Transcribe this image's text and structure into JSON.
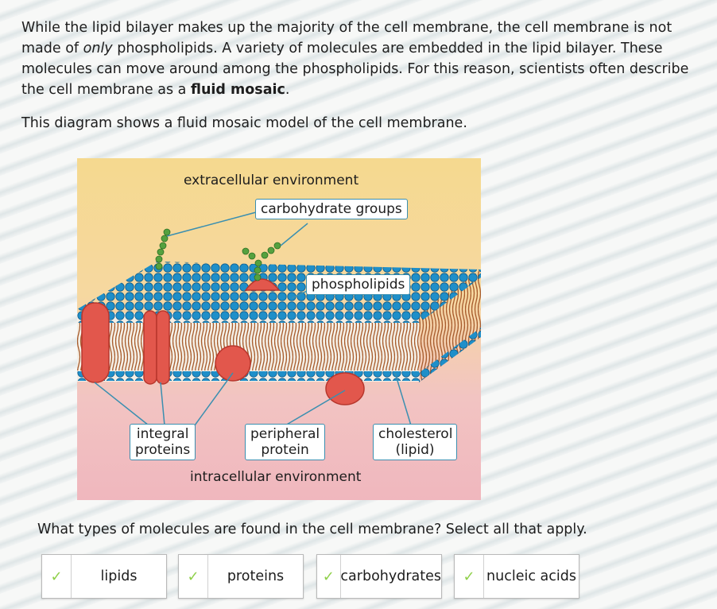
{
  "passage": {
    "part1": "While the lipid bilayer makes up the majority of the cell membrane, the cell membrane is not made of ",
    "em": "only",
    "part2": " phospholipids. A variety of molecules are embedded in the lipid bilayer. These molecules can move around among the phospholipids. For this reason, scientists often describe the cell membrane as a ",
    "bold": "fluid mosaic",
    "part3": "."
  },
  "intro": "This diagram shows a fluid mosaic model of the cell membrane.",
  "diagram": {
    "extracellular": "extracellular environment",
    "carbohydrate_groups": "carbohydrate groups",
    "phospholipids": "phospholipids",
    "integral_1": "integral",
    "integral_2": "proteins",
    "peripheral_1": "peripheral",
    "peripheral_2": "protein",
    "cholesterol_1": "cholesterol",
    "cholesterol_2": "(lipid)",
    "intracellular": "intracellular environment"
  },
  "question": "What types of molecules are found in the cell membrane? Select all that apply.",
  "choices": {
    "lipids": "lipids",
    "proteins": "proteins",
    "carbohydrates": "carbohydrates",
    "nucleic_acids": "nucleic acids"
  },
  "colors": {
    "check": "#8fd04a",
    "box_border": "#3b8fb0",
    "heads": "#1f8fc9",
    "protein": "#e2574c"
  }
}
